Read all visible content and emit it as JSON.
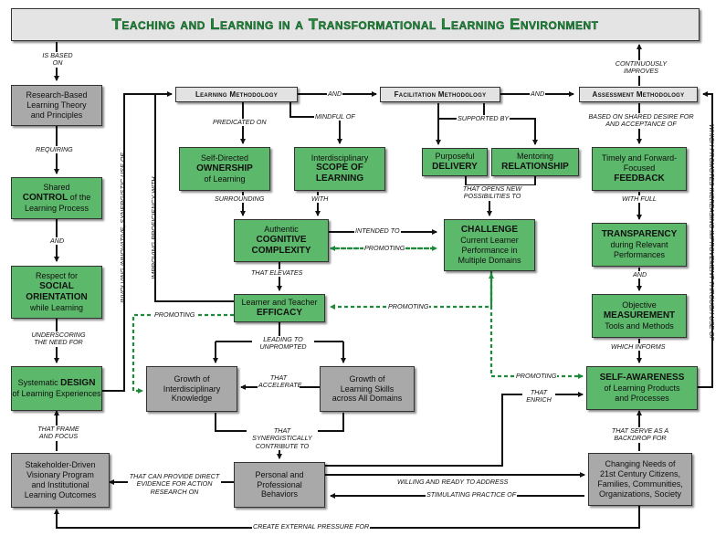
{
  "title": "Teaching and Learning in a Transformational Learning Environment",
  "nodes": {
    "research": [
      "Research-Based",
      "Learning Theory",
      "and Principles"
    ],
    "shared_control": {
      "pre": "Shared",
      "bold": "CONTROL",
      "post": "of the Learning Process"
    },
    "social": {
      "pre": "Respect for",
      "bold": "SOCIAL ORIENTATION",
      "post": "while Learning"
    },
    "design": {
      "pre": "Systematic",
      "bold": "DESIGN",
      "post": "of Learning Experiences"
    },
    "stakeholder": [
      "Stakeholder-Driven",
      "Visionary Program",
      "and Institutional",
      "Learning Outcomes"
    ],
    "learning_method": "Learning Methodology",
    "facilitation_method": "Facilitation Methodology",
    "assessment_method": "Assessment Methodology",
    "ownership": {
      "pre": "Self-Directed",
      "bold": "OWNERSHIP",
      "post": "of Learning"
    },
    "scope": {
      "pre": "Interdisciplinary",
      "bold": "SCOPE OF LEARNING"
    },
    "delivery": {
      "pre": "Purposeful",
      "bold": "DELIVERY"
    },
    "relationship": {
      "pre": "Mentoring",
      "bold": "RELATIONSHIP"
    },
    "feedback": {
      "pre": "Timely and Forward-Focused",
      "bold": "FEEDBACK"
    },
    "complexity": {
      "pre": "Authentic",
      "bold": "COGNITIVE COMPLEXITY"
    },
    "challenge": {
      "bold": "CHALLENGE",
      "post": "Current Learner Performance in Multiple Domains"
    },
    "transparency": {
      "bold": "TRANSPARENCY",
      "post": "during Relevant Performances"
    },
    "efficacy": {
      "pre": "Learner and Teacher",
      "bold": "EFFICACY"
    },
    "measurement": {
      "pre": "Objective",
      "bold": "MEASUREMENT",
      "post": "Tools and Methods"
    },
    "growth_knowledge": [
      "Growth of",
      "Interdisciplinary",
      "Knowledge"
    ],
    "growth_skills": [
      "Growth of",
      "Learning Skills",
      "across All Domains"
    ],
    "self_awareness": {
      "bold": "SELF-AWARENESS",
      "post": "of Learning Products and Processes"
    },
    "behaviors": [
      "Personal and",
      "Professional",
      "Behaviors"
    ],
    "changing_needs": [
      "Changing Needs of",
      "21st Century Citizens,",
      "Families, Communities,",
      "Organizations, Society"
    ]
  },
  "labels": {
    "is_based_on": "IS BASED ON",
    "requiring": "REQUIRING",
    "and1": "AND",
    "underscoring": "UNDERSCORING THE NEED FOR",
    "frame_focus": "THAT FRAME AND FOCUS",
    "and2": "AND",
    "and3": "AND",
    "continuously": "CONTINUOUSLY IMPROVES",
    "predicated": "PREDICATED ON",
    "mindful": "MINDFUL OF",
    "supported": "SUPPORTED BY",
    "based_shared": "BASED ON SHARED DESIRE FOR AND ACCEPTANCE OF",
    "surrounding": "SURROUNDING",
    "with": "WITH",
    "opens": "THAT OPENS NEW POSSIBILITIES TO",
    "with_full": "WITH FULL",
    "intended": "INTENDED TO",
    "promoting1": "PROMOTING",
    "elevates": "THAT ELEVATES",
    "promoting2": "PROMOTING",
    "promoting3": "PROMOTING",
    "and4": "AND",
    "leading": "LEADING TO UNPROMPTED",
    "accelerate": "THAT ACCELERATE",
    "which_informs": "WHICH INFORMS",
    "promoting4": "PROMOTING",
    "enrich": "THAT ENRICH",
    "synergistic_contrib": "THAT SYNERGISTICALLY CONTRIBUTE TO",
    "serve_backdrop": "THAT SERVE AS A BACKDROP FOR",
    "provide_evidence": "THAT CAN PROVIDE DIRECT EVIDENCE FOR ACTION RESEARCH ON",
    "willing": "WILLING AND READY TO ADDRESS",
    "stimulating": "STIMULATING PRACTICE OF",
    "external": "CREATE EXTERNAL PRESSURE FOR",
    "involving": "INVOLVING INNOVATIVE, SYNERGISTIC USE OF",
    "improving": "IMPROVING PROFICIENCY WITH",
    "promotes_increasing": "WHICH PROMOTES INCREASING IMPROVEMENT THROUGH USE OF"
  }
}
